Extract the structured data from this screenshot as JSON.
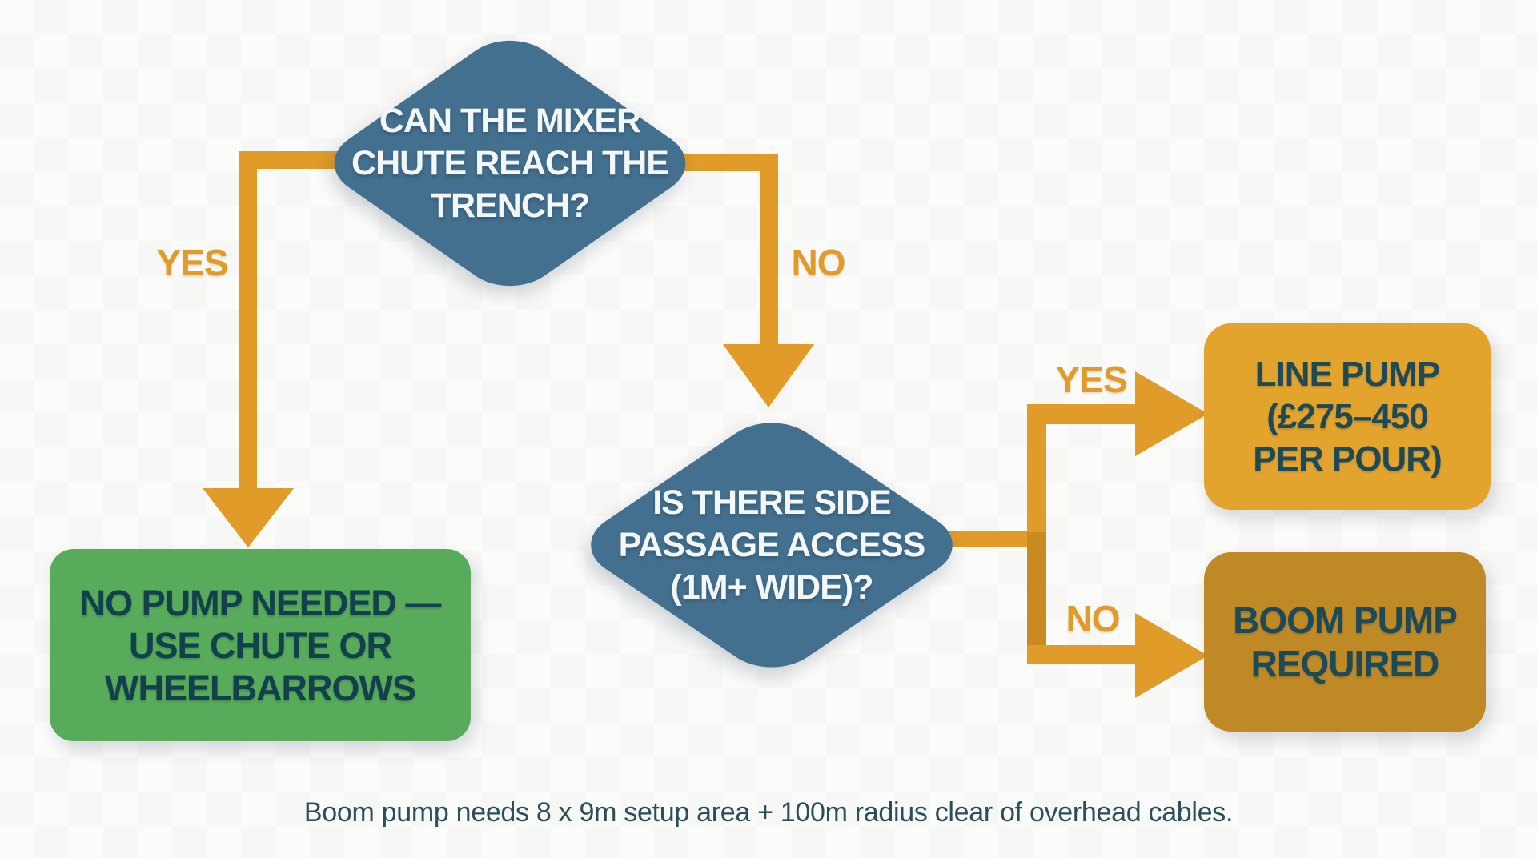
{
  "diagram_type": "flowchart",
  "colors": {
    "background": "#fbfbfa",
    "decision_fill": "#44708f",
    "decision_text": "#f3f7f7",
    "connector_orange": "#e09b28",
    "connector_orange_dark": "#c98a20",
    "outcome_green_fill": "#58ab5a",
    "outcome_amber_fill": "#e2a42d",
    "outcome_ochre_fill": "#bf8a26",
    "outcome_text": "#1d4a58",
    "footnote_text": "#2b4f59"
  },
  "nodes": {
    "decision1": {
      "type": "decision",
      "lines": [
        "CAN THE MIXER",
        "CHUTE REACH THE",
        "TRENCH?"
      ]
    },
    "decision2": {
      "type": "decision",
      "lines": [
        "IS THERE SIDE",
        "PASSAGE ACCESS",
        "(1M+ WIDE)?"
      ]
    },
    "outcome_no_pump": {
      "type": "outcome",
      "lines": [
        "NO PUMP NEEDED —",
        "USE CHUTE OR",
        "WHEELBARROWS"
      ]
    },
    "outcome_line_pump": {
      "type": "outcome",
      "lines": [
        "LINE PUMP",
        "(£275–450",
        "PER POUR)"
      ]
    },
    "outcome_boom_pump": {
      "type": "outcome",
      "lines": [
        "BOOM PUMP",
        "REQUIRED"
      ]
    }
  },
  "edges": {
    "decision1_yes": {
      "label": "YES",
      "from": "decision1",
      "to": "outcome_no_pump"
    },
    "decision1_no": {
      "label": "NO",
      "from": "decision1",
      "to": "decision2"
    },
    "decision2_yes": {
      "label": "YES",
      "from": "decision2",
      "to": "outcome_line_pump"
    },
    "decision2_no": {
      "label": "NO",
      "from": "decision2",
      "to": "outcome_boom_pump"
    }
  },
  "footnote": "Boom pump needs 8 x 9m setup area + 100m radius clear of overhead cables."
}
